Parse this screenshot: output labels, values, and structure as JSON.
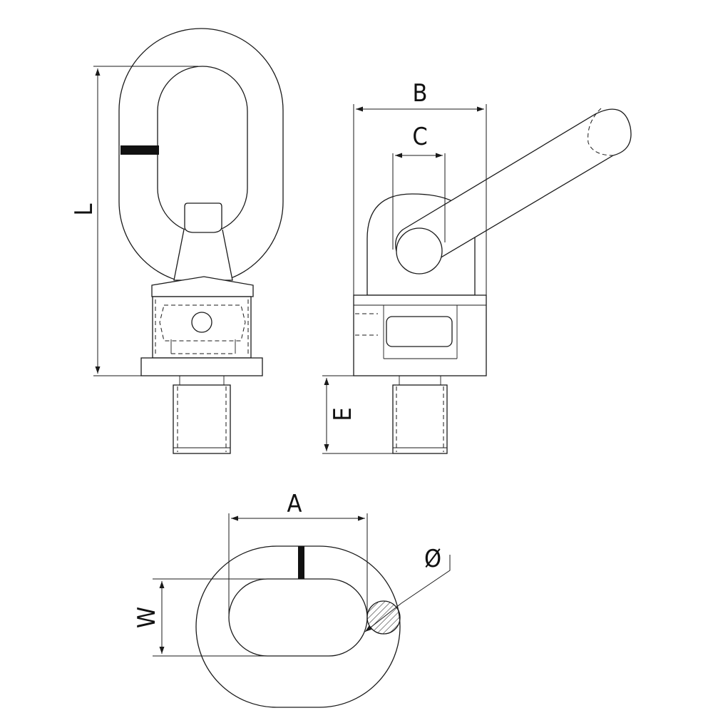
{
  "labels": {
    "L": "L",
    "B": "B",
    "C": "C",
    "E": "E",
    "A": "A",
    "W": "W",
    "diameter": "Ø"
  }
}
